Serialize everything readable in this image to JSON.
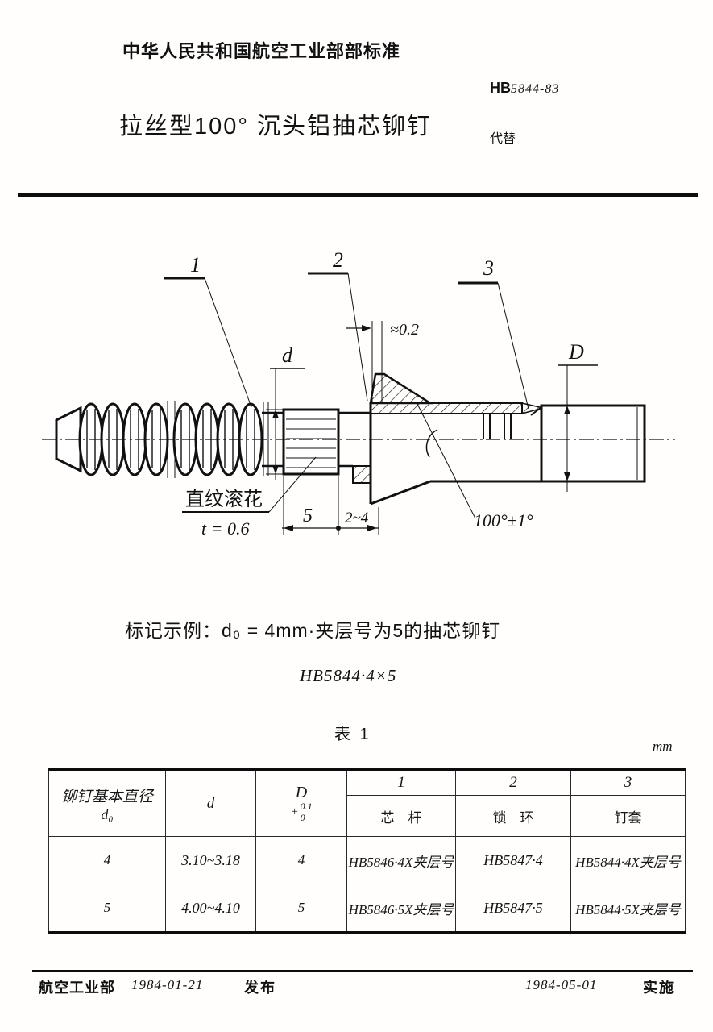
{
  "document": {
    "header": {
      "org_title": "中华人民共和国航空工业部部标准",
      "standard_prefix": "HB",
      "standard_code": "5844-83",
      "title": "拉丝型100° 沉头铝抽芯铆钉",
      "replaces_label": "代替"
    },
    "figure": {
      "callout_1": "1",
      "callout_2": "2",
      "callout_3": "3",
      "dim_protrusion": "≈0.2",
      "dim_d": "d",
      "dim_D": "D",
      "dim_knurl_length": "5",
      "dim_grip_range": "2~4",
      "dim_head_angle": "100°±1°",
      "knurl_note": "直纹滚花",
      "knurl_pitch": "t = 0.6"
    },
    "marking": {
      "example_text": "标记示例：d₀ = 4mm·夹层号为5的抽芯铆钉",
      "designation": "HB5844·4×5"
    },
    "table": {
      "caption": "表 1",
      "unit": "mm",
      "col_diameter_line1": "铆钉基本直径",
      "col_diameter_line2": "d₀",
      "col_d": "d",
      "col_D": "D",
      "col_D_tol_plus": "+",
      "col_D_tol_upper": "0.1",
      "col_D_tol_lower": "0",
      "col_part1_num": "1",
      "col_part1_name": "芯　杆",
      "col_part2_num": "2",
      "col_part2_name": "锁　环",
      "col_part3_num": "3",
      "col_part3_name": "钉套",
      "rows": [
        {
          "d0": "4",
          "d": "3.10~3.18",
          "D": "4",
          "core": "HB5846·4X夹层号",
          "lock": "HB5847·4",
          "sleeve": "HB5844·4X夹层号"
        },
        {
          "d0": "5",
          "d": "4.00~4.10",
          "D": "5",
          "core": "HB5846·5X夹层号",
          "lock": "HB5847·5",
          "sleeve": "HB5844·5X夹层号"
        }
      ]
    },
    "footer": {
      "issuing_org": "航空工业部",
      "issue_date": "1984-01-21",
      "issue_label": "发布",
      "implement_date": "1984-05-01",
      "implement_label": "实施"
    }
  }
}
